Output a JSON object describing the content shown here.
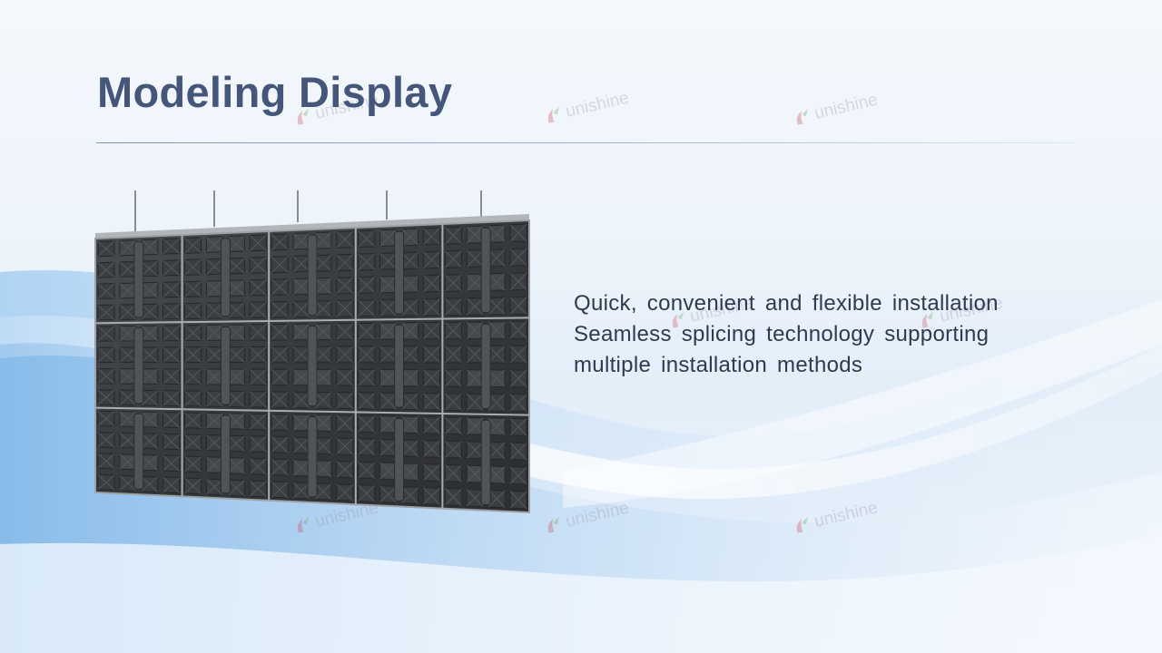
{
  "slide": {
    "title": "Modeling Display",
    "features": [
      "Quick, convenient and flexible installation",
      "Seamless splicing technology supporting",
      "multiple installation methods"
    ]
  },
  "watermark": {
    "text": "unishine",
    "icon": "unishine-logo-icon"
  },
  "colors": {
    "title": "#44577a",
    "body_text": "#2f3a4c",
    "panel": "#3c3f44",
    "panel_frame": "#a9adb2",
    "background": "#e8f1fb",
    "wave": "#b8d8f4"
  },
  "image": {
    "icon": "led-display-panel-wall"
  }
}
